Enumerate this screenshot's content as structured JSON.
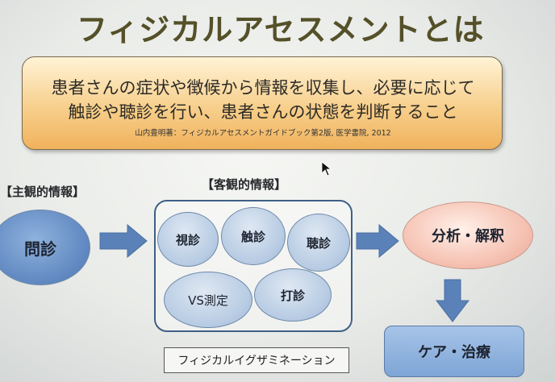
{
  "slide": {
    "title": "フィジカルアセスメントとは",
    "definition_line1": "患者さんの症状や徴候から情報を収集し、必要に応じて",
    "definition_line2": "触診や聴診を行い、患者さんの状態を判断すること",
    "source": "山内豊明著：フィジカルアセスメントガイドブック第2版, 医学書院, 2012",
    "subjective_label": "【主観的情報】",
    "objective_label": "【客観的情報】",
    "interview": "問診",
    "objective_items": {
      "inspection": "視診",
      "palpation": "触診",
      "auscultation": "聴診",
      "vital_signs": "VS測定",
      "percussion": "打診"
    },
    "analysis": "分析・解釈",
    "care": "ケア・治療",
    "examination_label": "フィジカルイグザミネーション"
  },
  "colors": {
    "title": "#545028",
    "definition_box": "#f0b25c",
    "interview_ellipse": "#5f87c0",
    "objective_ellipses": "#b8cce3",
    "analysis_ellipse": "#f6c3b4",
    "care_box": "#7ea5d6",
    "arrows": "#5a82b8"
  },
  "icons": {
    "cursor": "mouse-pointer-icon"
  }
}
